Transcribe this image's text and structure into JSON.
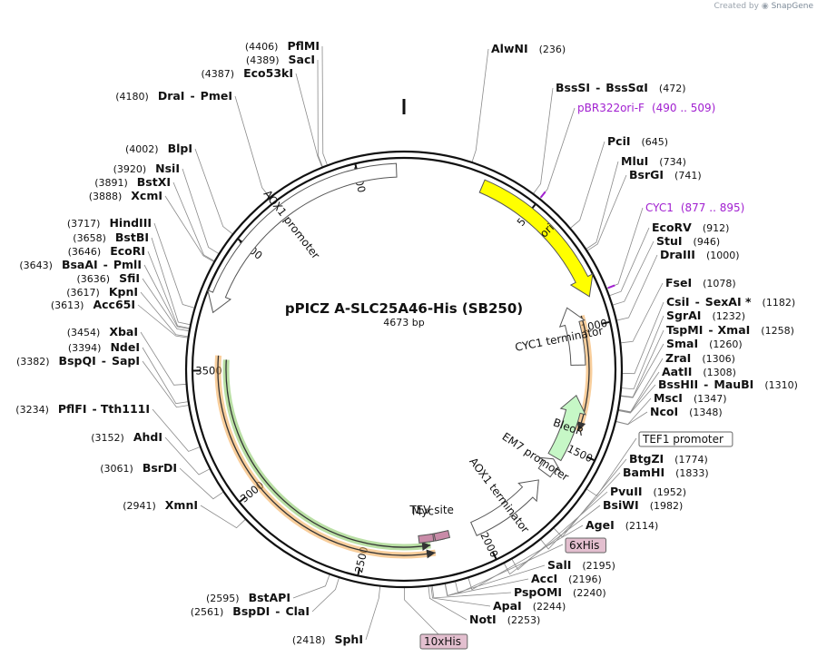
{
  "credit": {
    "prefix": "Created by",
    "brand": "SnapGene"
  },
  "plasmid": {
    "name": "pPICZ A-SLC25A46-His (SB250)",
    "size_label": "4673 bp",
    "length": 4673
  },
  "ticks": [
    {
      "pos": 500,
      "label": "500"
    },
    {
      "pos": 1000,
      "label": "1000"
    },
    {
      "pos": 1500,
      "label": "1500"
    },
    {
      "pos": 2000,
      "label": "2000"
    },
    {
      "pos": 2500,
      "label": "2500"
    },
    {
      "pos": 3000,
      "label": "3000"
    },
    {
      "pos": 3500,
      "label": "3500"
    },
    {
      "pos": 4000,
      "label": "4000"
    },
    {
      "pos": 4500,
      "label": "4500"
    }
  ],
  "right_labels": [
    {
      "parts": [
        "AlwNI"
      ],
      "pos_label": "(236)",
      "site": 236
    },
    {
      "parts": [
        "BssSI",
        "BssSαI"
      ],
      "pos_label": "(472)",
      "site": 472
    },
    {
      "feature": "pBR322ori-F",
      "pos_label": "(490 .. 509)",
      "site": 500,
      "color": "#a11fd0"
    },
    {
      "parts": [
        "PciI"
      ],
      "pos_label": "(645)",
      "site": 645
    },
    {
      "parts": [
        "MluI"
      ],
      "pos_label": "(734)",
      "site": 734
    },
    {
      "parts": [
        "BsrGI"
      ],
      "pos_label": "(741)",
      "site": 741
    },
    {
      "feature": "CYC1",
      "pos_label": "(877 .. 895)",
      "site": 886,
      "color": "#a11fd0"
    },
    {
      "parts": [
        "EcoRV"
      ],
      "pos_label": "(912)",
      "site": 912
    },
    {
      "parts": [
        "StuI"
      ],
      "pos_label": "(946)",
      "site": 946
    },
    {
      "parts": [
        "DraIII"
      ],
      "pos_label": "(1000)",
      "site": 1000
    },
    {
      "parts": [
        "FseI"
      ],
      "pos_label": "(1078)",
      "site": 1078
    },
    {
      "parts": [
        "CsiI",
        "SexAI *"
      ],
      "pos_label": "(1182)",
      "site": 1182
    },
    {
      "parts": [
        "SgrAI"
      ],
      "pos_label": "(1232)",
      "site": 1232
    },
    {
      "parts": [
        "TspMI",
        "XmaI"
      ],
      "pos_label": "(1258)",
      "site": 1258
    },
    {
      "parts": [
        "SmaI"
      ],
      "pos_label": "(1260)",
      "site": 1260
    },
    {
      "parts": [
        "ZraI"
      ],
      "pos_label": "(1306)",
      "site": 1306
    },
    {
      "parts": [
        "AatII"
      ],
      "pos_label": "(1308)",
      "site": 1308
    },
    {
      "parts": [
        "BssHII",
        "MauBI"
      ],
      "pos_label": "(1310)",
      "site": 1310
    },
    {
      "parts": [
        "MscI"
      ],
      "pos_label": "(1347)",
      "site": 1347
    },
    {
      "parts": [
        "NcoI"
      ],
      "pos_label": "(1348)",
      "site": 1348
    },
    {
      "boxed": "TEF1 promoter",
      "site": 1600,
      "box_color": "#ffffff"
    },
    {
      "parts": [
        "BtgZI"
      ],
      "pos_label": "(1774)",
      "site": 1774
    },
    {
      "parts": [
        "BamHI"
      ],
      "pos_label": "(1833)",
      "site": 1833
    },
    {
      "parts": [
        "PvuII"
      ],
      "pos_label": "(1952)",
      "site": 1952
    },
    {
      "parts": [
        "BsiWI"
      ],
      "pos_label": "(1982)",
      "site": 1982
    },
    {
      "parts": [
        "AgeI"
      ],
      "pos_label": "(2114)",
      "site": 2114
    },
    {
      "boxed": "6xHis",
      "site": 2160,
      "box_color": "#e3bfcf"
    },
    {
      "parts": [
        "SalI"
      ],
      "pos_label": "(2195)",
      "site": 2195
    },
    {
      "parts": [
        "AccI"
      ],
      "pos_label": "(2196)",
      "site": 2196
    },
    {
      "parts": [
        "PspOMI"
      ],
      "pos_label": "(2240)",
      "site": 2240
    },
    {
      "parts": [
        "ApaI"
      ],
      "pos_label": "(2244)",
      "site": 2244
    },
    {
      "parts": [
        "NotI"
      ],
      "pos_label": "(2253)",
      "site": 2253
    }
  ],
  "bottom_labels": [
    {
      "boxed": "10xHis",
      "site": 2335,
      "box_color": "#e3bfcf"
    }
  ],
  "left_labels": [
    {
      "parts": [
        "PflMI"
      ],
      "pos_label": "(4406)",
      "site": 4406
    },
    {
      "parts": [
        "SacI"
      ],
      "pos_label": "(4389)",
      "site": 4389
    },
    {
      "parts": [
        "Eco53kI"
      ],
      "pos_label": "(4387)",
      "site": 4387
    },
    {
      "parts": [
        "DraI",
        "PmeI"
      ],
      "pos_label": "(4180)",
      "site": 4180
    },
    {
      "parts": [
        "BlpI"
      ],
      "pos_label": "(4002)",
      "site": 4002
    },
    {
      "parts": [
        "NsiI"
      ],
      "pos_label": "(3920)",
      "site": 3920
    },
    {
      "parts": [
        "BstXI"
      ],
      "pos_label": "(3891)",
      "site": 3891
    },
    {
      "parts": [
        "XcmI"
      ],
      "pos_label": "(3888)",
      "site": 3888
    },
    {
      "parts": [
        "HindIII"
      ],
      "pos_label": "(3717)",
      "site": 3717
    },
    {
      "parts": [
        "BstBI"
      ],
      "pos_label": "(3658)",
      "site": 3658
    },
    {
      "parts": [
        "EcoRI"
      ],
      "pos_label": "(3646)",
      "site": 3646
    },
    {
      "parts": [
        "BsaAI",
        "PmlI"
      ],
      "pos_label": "(3643)",
      "site": 3643
    },
    {
      "parts": [
        "SfiI"
      ],
      "pos_label": "(3636)",
      "site": 3636
    },
    {
      "parts": [
        "KpnI"
      ],
      "pos_label": "(3617)",
      "site": 3617
    },
    {
      "parts": [
        "Acc65I"
      ],
      "pos_label": "(3613)",
      "site": 3613
    },
    {
      "parts": [
        "XbaI"
      ],
      "pos_label": "(3454)",
      "site": 3454
    },
    {
      "parts": [
        "NdeI"
      ],
      "pos_label": "(3394)",
      "site": 3394
    },
    {
      "parts": [
        "BspQI",
        "SapI"
      ],
      "pos_label": "(3382)",
      "site": 3382
    },
    {
      "parts": [
        "PflFI",
        "Tth111I"
      ],
      "pos_label": "(3234)",
      "site": 3234
    },
    {
      "parts": [
        "AhdI"
      ],
      "pos_label": "(3152)",
      "site": 3152
    },
    {
      "parts": [
        "BsrDI"
      ],
      "pos_label": "(3061)",
      "site": 3061
    },
    {
      "parts": [
        "XmnI"
      ],
      "pos_label": "(2941)",
      "site": 2941
    },
    {
      "parts": [
        "BstAPI"
      ],
      "pos_label": "(2595)",
      "site": 2595
    },
    {
      "parts": [
        "BspDI",
        "ClaI"
      ],
      "pos_label": "(2561)",
      "site": 2561
    },
    {
      "parts": [
        "SphI"
      ],
      "pos_label": "(2418)",
      "site": 2418
    }
  ],
  "features": [
    {
      "name": "ori",
      "start": 300,
      "end": 890,
      "ring": 0,
      "color": "#ffff00",
      "arrow": "cw",
      "label_in": true
    },
    {
      "name": "CYC1 terminator",
      "start": 900,
      "end": 1150,
      "ring": 1,
      "color": "#ffffff",
      "arrow": "ccw",
      "label_in": false
    },
    {
      "name": "BleoR",
      "start": 1280,
      "end": 1560,
      "ring": 1,
      "color": "#c6f7c6",
      "arrow": "ccw",
      "label_in": true
    },
    {
      "name": "EM7 promoter",
      "start": 1570,
      "end": 1640,
      "ring": 1,
      "color": "#ffffff",
      "arrow": "ccw",
      "label_in": false
    },
    {
      "name": "AOX1 terminator",
      "start": 1680,
      "end": 2030,
      "ring": 1,
      "color": "#ffffff",
      "arrow": "ccw",
      "label_in": false
    },
    {
      "name": "AOX1 promoter",
      "start": 3720,
      "end": 4645,
      "ring": 0,
      "color": "#ffffff",
      "arrow": "ccw",
      "label_in": false
    }
  ],
  "small_features": [
    {
      "name": "TEV site",
      "pos": 2195,
      "color": "#c98ba8"
    },
    {
      "name": "Myc",
      "pos": 2240,
      "color": "#c98ba8"
    }
  ],
  "orfs": [
    {
      "name": "orange-orf-right",
      "start": 950,
      "end": 1420,
      "color": "#f2a64a",
      "arrow": "cw"
    },
    {
      "name": "orange-orf-left",
      "start": 2210,
      "end": 3560,
      "color": "#f2a64a",
      "arrow": "ccw"
    },
    {
      "name": "green-orf-left",
      "start": 2225,
      "end": 3545,
      "color": "#7fc45a",
      "arrow": "ccw"
    }
  ]
}
